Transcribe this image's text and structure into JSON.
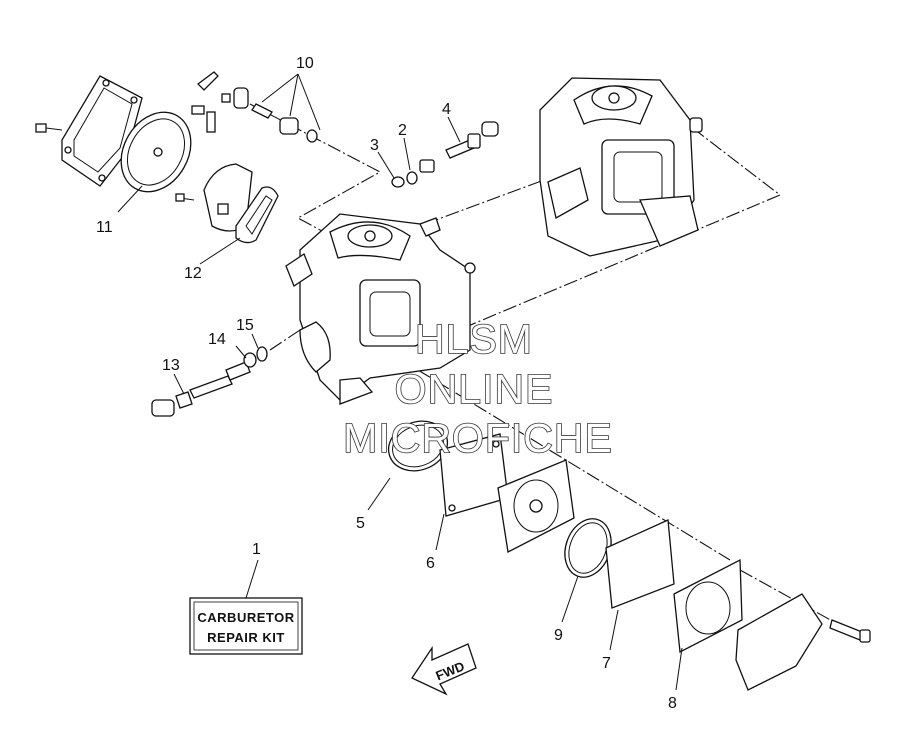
{
  "diagram": {
    "callouts": [
      {
        "id": "1",
        "label": "1"
      },
      {
        "id": "2",
        "label": "2"
      },
      {
        "id": "3",
        "label": "3"
      },
      {
        "id": "4",
        "label": "4"
      },
      {
        "id": "5",
        "label": "5"
      },
      {
        "id": "6",
        "label": "6"
      },
      {
        "id": "7",
        "label": "7"
      },
      {
        "id": "8",
        "label": "8"
      },
      {
        "id": "9",
        "label": "9"
      },
      {
        "id": "10",
        "label": "10"
      },
      {
        "id": "11",
        "label": "11"
      },
      {
        "id": "12",
        "label": "12"
      },
      {
        "id": "13",
        "label": "13"
      },
      {
        "id": "14",
        "label": "14"
      },
      {
        "id": "15",
        "label": "15"
      }
    ],
    "repair_kit_box": {
      "line1": "CARBURETOR",
      "line2": "REPAIR  KIT"
    },
    "fwd_arrow": {
      "label": "FWD"
    },
    "watermark": {
      "line1": "HLSM",
      "line2": "ONLINE",
      "line3": "MICROFICHE"
    }
  }
}
